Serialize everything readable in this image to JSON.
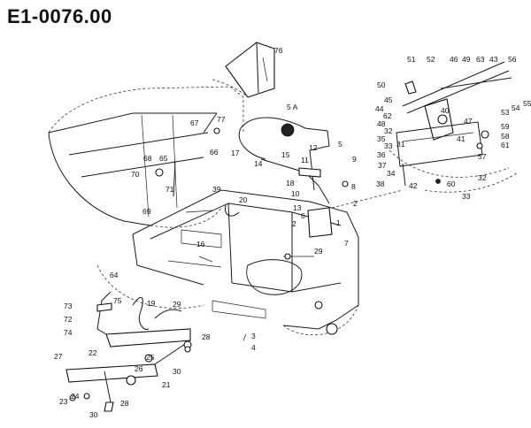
{
  "title": "E1-0076.00",
  "callouts": {
    "c76": "76",
    "c77": "77",
    "c5a": "5 A",
    "c12": "12",
    "c5": "5",
    "c9": "9",
    "c17": "17",
    "c14": "14",
    "c15": "15",
    "c11": "11",
    "c18": "18",
    "c10": "10",
    "c8": "8",
    "c13": "13",
    "c2a": "2",
    "c6": "6",
    "c2b": "2",
    "c1": "1",
    "c7": "7",
    "c29": "29",
    "c16": "16",
    "c20": "20",
    "c39": "39",
    "c67": "67",
    "c68": "68",
    "c65": "65",
    "c66": "66",
    "c70": "70",
    "c71": "71",
    "c69": "69",
    "c64": "64",
    "c73": "73",
    "c72": "72",
    "c74": "74",
    "c75": "75",
    "c19": "19",
    "c29b": "29",
    "c3": "3",
    "c4": "4",
    "c28": "28",
    "c27": "27",
    "c22": "22",
    "c25": "25",
    "c26": "26",
    "c30": "30",
    "c21": "21",
    "c23": "23",
    "c24": "24",
    "c28b": "28",
    "c30b": "30",
    "c51": "51",
    "c52": "52",
    "c46": "46",
    "c49": "49",
    "c63": "63",
    "c43": "43",
    "c56": "56",
    "c50": "50",
    "c45": "45",
    "c44": "44",
    "c62": "62",
    "c48": "48",
    "c32": "32",
    "c35": "35",
    "c33": "33",
    "c31": "31",
    "c36": "36",
    "c37": "37",
    "c34": "34",
    "c38": "38",
    "c42": "42",
    "c60": "60",
    "c33b": "33",
    "c32b": "32",
    "c57": "57",
    "c47": "47",
    "c41": "41",
    "c40": "40",
    "c53": "53",
    "c54": "54",
    "c55": "55",
    "c59": "59",
    "c58": "58",
    "c61": "61"
  }
}
